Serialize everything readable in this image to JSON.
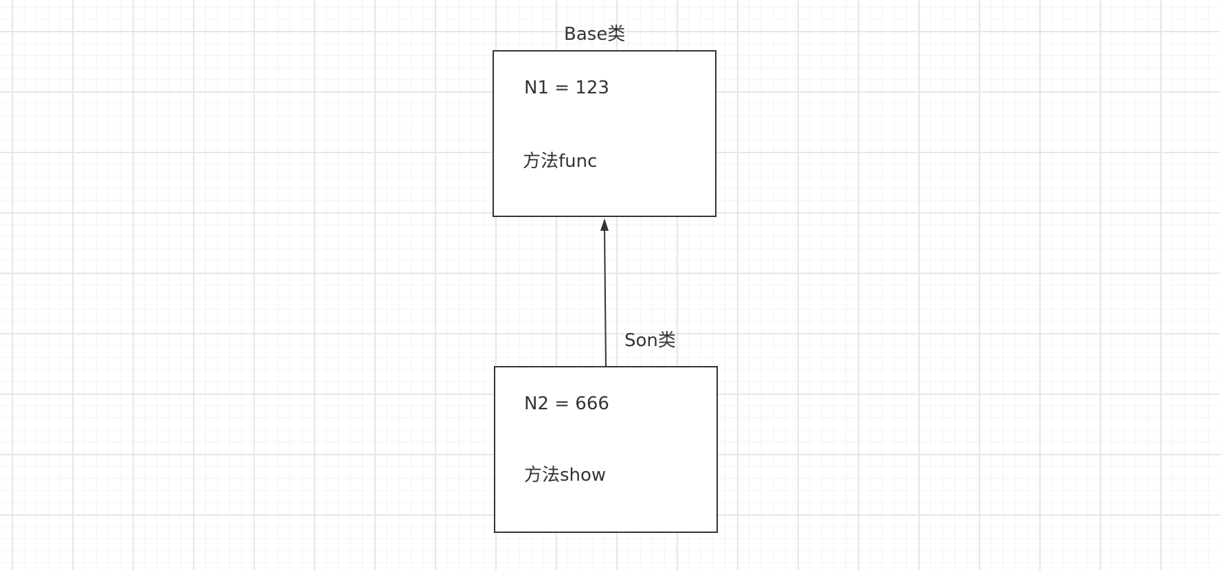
{
  "diagram": {
    "base_class": {
      "title": "Base类",
      "attribute": "N1 = 123",
      "method": "方法func"
    },
    "son_class": {
      "title": "Son类",
      "attribute": "N2 = 666",
      "method": "方法show"
    },
    "relation": {
      "from": "Son类",
      "to": "Base类",
      "type": "inheritance-arrow"
    },
    "colors": {
      "stroke": "#333333",
      "grid_major": "#e6e6e6",
      "grid_minor": "#f2f2f2",
      "background": "#ffffff"
    }
  }
}
